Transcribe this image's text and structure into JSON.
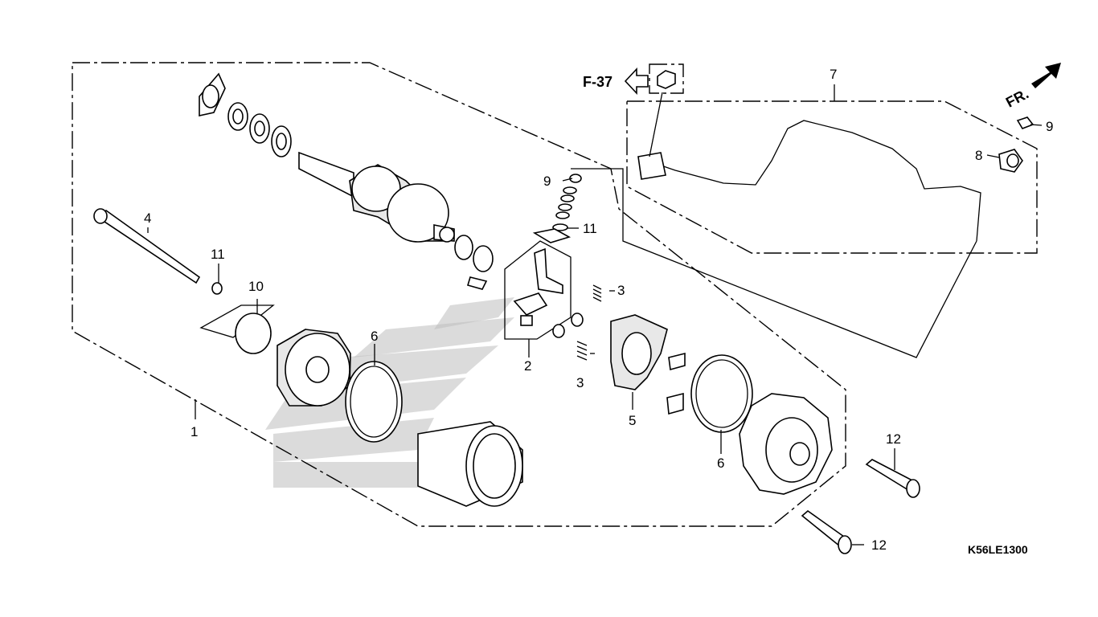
{
  "figure_code": "K56LE1300",
  "reference": {
    "label": "F-37"
  },
  "front_indicator": {
    "label": "FR."
  },
  "callouts": [
    {
      "id": "c1",
      "text": "1"
    },
    {
      "id": "c2",
      "text": "2"
    },
    {
      "id": "c3a",
      "text": "3"
    },
    {
      "id": "c3b",
      "text": "3"
    },
    {
      "id": "c4",
      "text": "4"
    },
    {
      "id": "c5",
      "text": "5"
    },
    {
      "id": "c6a",
      "text": "6"
    },
    {
      "id": "c6b",
      "text": "6"
    },
    {
      "id": "c7",
      "text": "7"
    },
    {
      "id": "c8",
      "text": "8"
    },
    {
      "id": "c9a",
      "text": "9"
    },
    {
      "id": "c9b",
      "text": "9"
    },
    {
      "id": "c10",
      "text": "10"
    },
    {
      "id": "c11a",
      "text": "11"
    },
    {
      "id": "c11b",
      "text": "11"
    },
    {
      "id": "c12a",
      "text": "12"
    },
    {
      "id": "c12b",
      "text": "12"
    }
  ]
}
